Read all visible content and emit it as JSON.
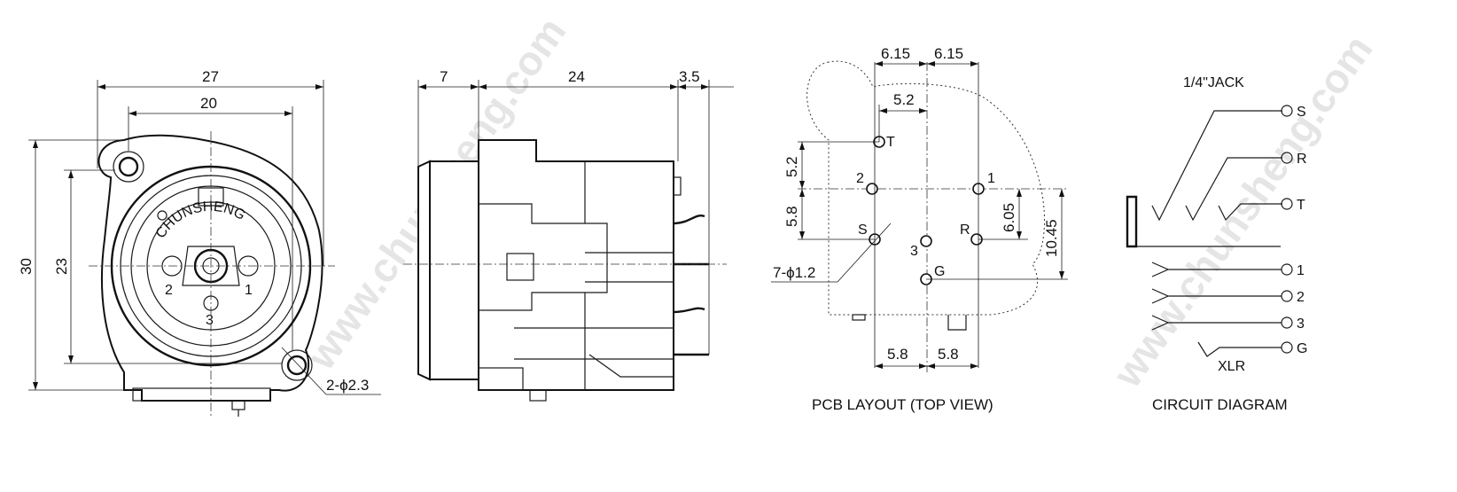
{
  "watermark": "www.chunsheng.com",
  "front_view": {
    "dim_width_outer": "27",
    "dim_width_inner": "20",
    "dim_height_outer": "30",
    "dim_height_inner": "23",
    "brand": "CHUNSHENG",
    "pin_1": "1",
    "pin_2": "2",
    "pin_3": "3",
    "hole_note": "2-ϕ2.3"
  },
  "side_view": {
    "dim_a": "7",
    "dim_b": "24",
    "dim_c": "3.5"
  },
  "pcb_layout": {
    "caption": "PCB LAYOUT (TOP VIEW)",
    "dim_top_left": "6.15",
    "dim_top_right": "6.15",
    "dim_52_h": "5.2",
    "dim_52_v": "5.2",
    "dim_58_v": "5.8",
    "dim_605": "6.05",
    "dim_1045": "10.45",
    "dim_bottom_left": "5.8",
    "dim_bottom_right": "5.8",
    "hole_note": "7-ϕ1.2",
    "pins": {
      "T": "T",
      "two": "2",
      "one": "1",
      "S": "S",
      "three": "3",
      "R": "R",
      "G": "G"
    }
  },
  "circuit": {
    "caption": "CIRCUIT DIAGRAM",
    "jack_title": "1/4\"JACK",
    "xlr_title": "XLR",
    "pins": [
      "S",
      "R",
      "T",
      "1",
      "2",
      "3",
      "G"
    ]
  }
}
